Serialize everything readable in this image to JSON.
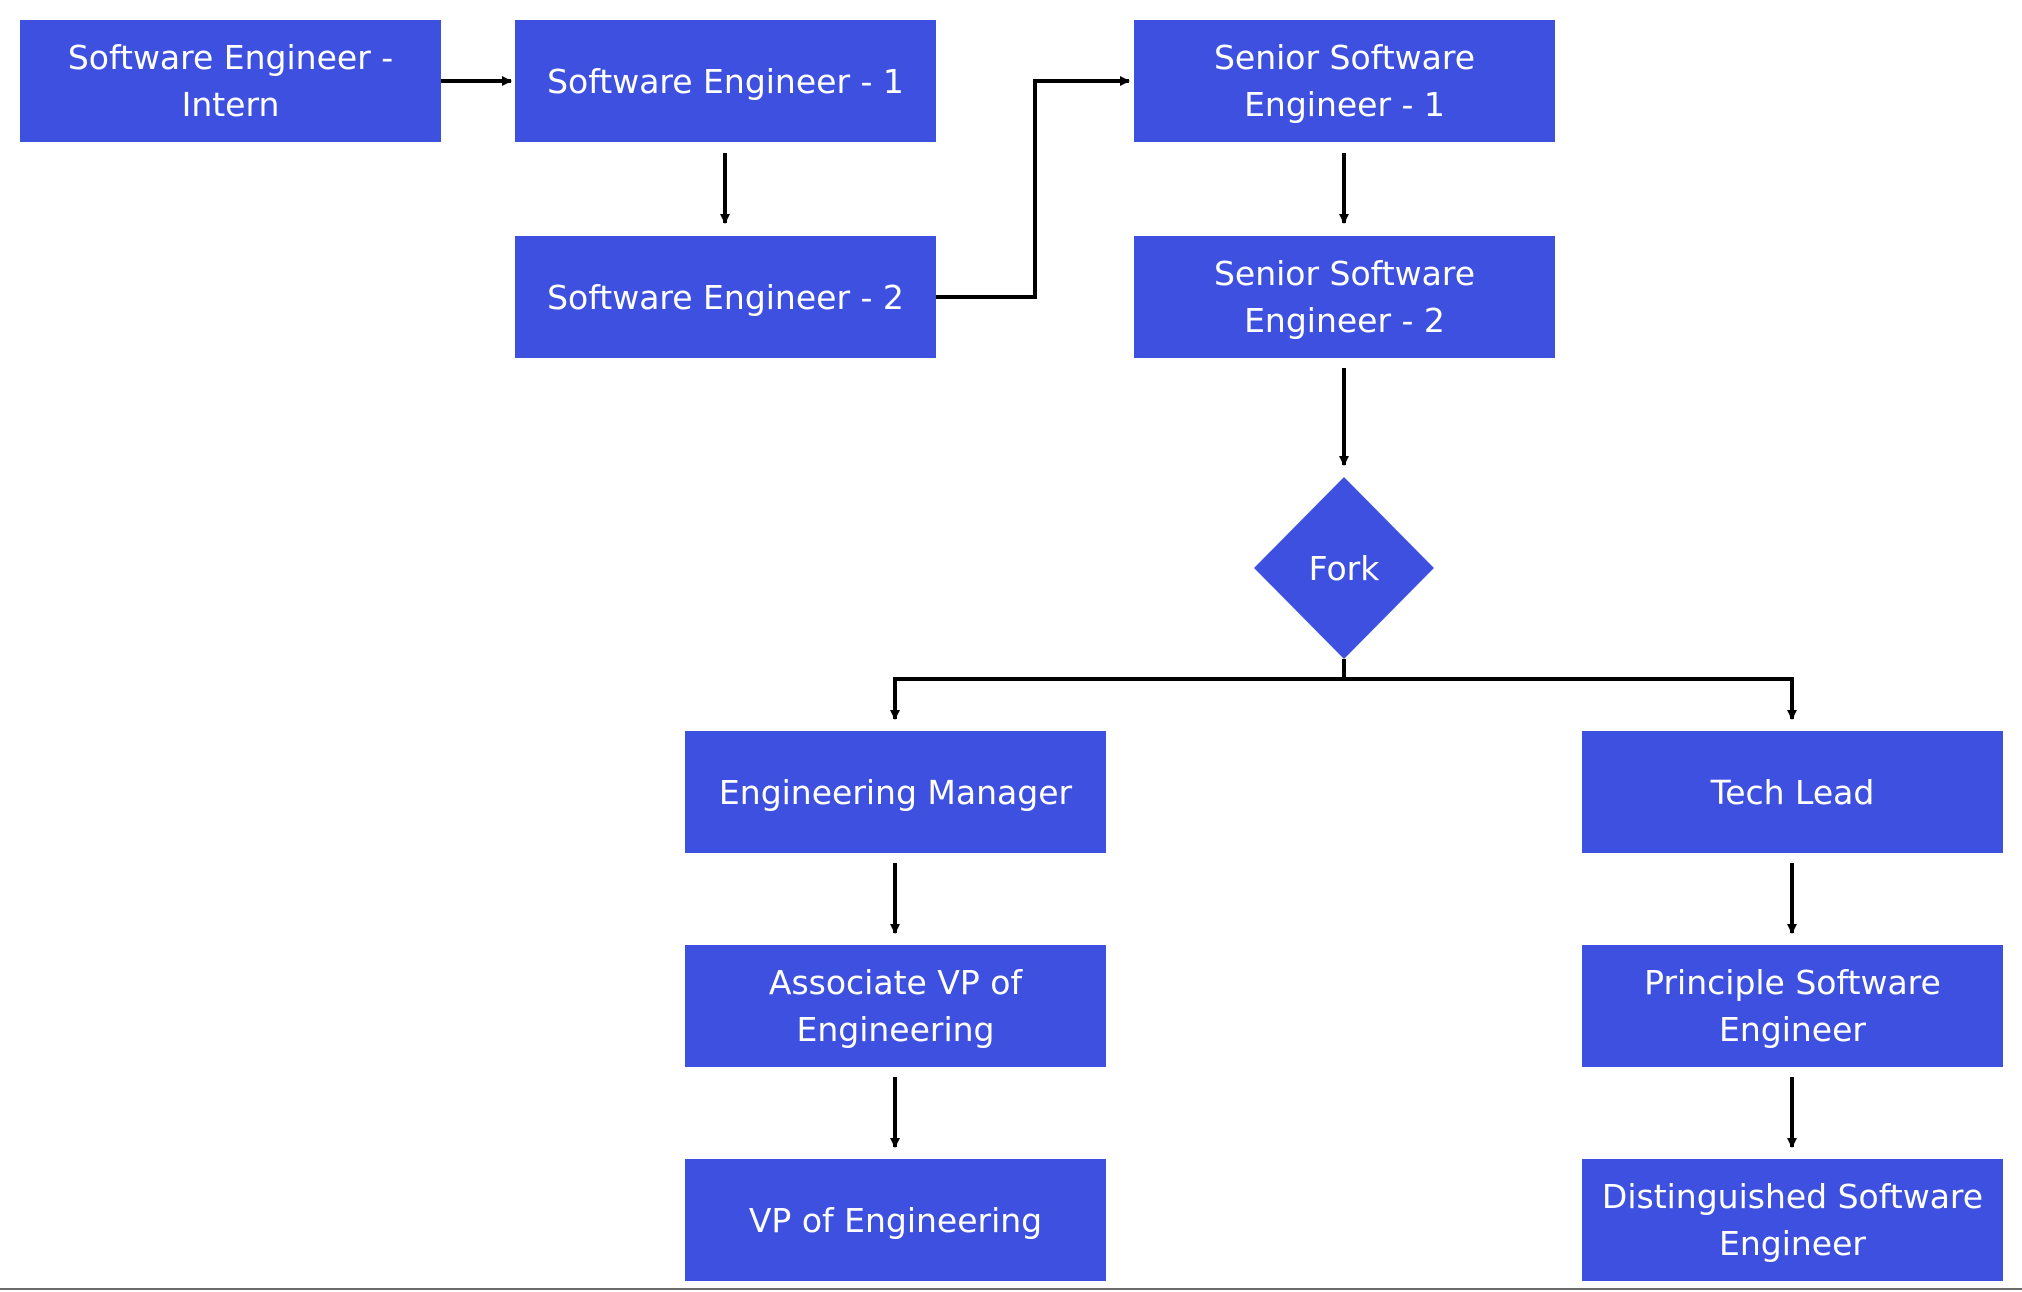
{
  "colors": {
    "node_fill": "#3d50e0",
    "node_text": "#ffffff",
    "connector": "#000000"
  },
  "nodes": {
    "intern": "Software Engineer - Intern",
    "se1": "Software Engineer - 1",
    "se2": "Software Engineer - 2",
    "sse1": "Senior Software Engineer - 1",
    "sse2": "Senior Software Engineer - 2",
    "fork": "Fork",
    "em": "Engineering Manager",
    "avp": "Associate VP of Engineering",
    "vp": "VP of Engineering",
    "tl": "Tech Lead",
    "pse": "Principle Software Engineer",
    "dse": "Distinguished Software Engineer"
  },
  "edges": [
    [
      "intern",
      "se1"
    ],
    [
      "se1",
      "se2"
    ],
    [
      "se2",
      "sse1"
    ],
    [
      "sse1",
      "sse2"
    ],
    [
      "sse2",
      "fork"
    ],
    [
      "fork",
      "em"
    ],
    [
      "fork",
      "tl"
    ],
    [
      "em",
      "avp"
    ],
    [
      "avp",
      "vp"
    ],
    [
      "tl",
      "pse"
    ],
    [
      "pse",
      "dse"
    ]
  ]
}
